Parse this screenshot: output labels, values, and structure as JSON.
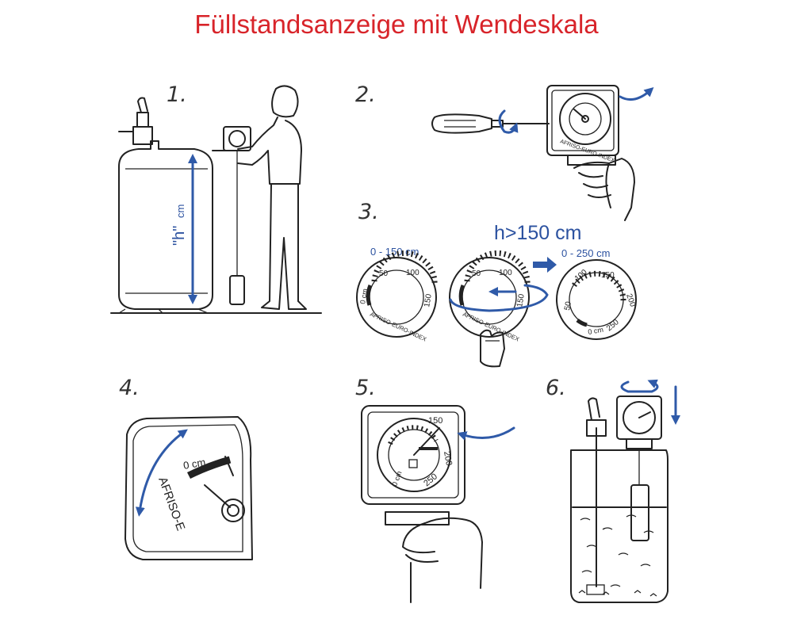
{
  "title": "Füllstandsanzeige mit Wendeskala",
  "steps": {
    "s1": {
      "number": "1.",
      "height_label": "\"h\"",
      "height_unit": "cm"
    },
    "s2": {
      "number": "2.",
      "dial_text": "AFRISO-EURO-INDEX"
    },
    "s3": {
      "number": "3.",
      "condition": "h>150 cm",
      "left_range": "0 - 150 cm",
      "right_range": "0 - 250 cm",
      "brand_text": "AFRISO-EURO-INDEX",
      "ticks_150": [
        "0 cm",
        "50",
        "100",
        "150"
      ],
      "ticks_250": [
        "50",
        "100",
        "150",
        "200",
        "250",
        "0 cm"
      ]
    },
    "s4": {
      "number": "4.",
      "zero_label": "0 cm",
      "brand_text": "AFRISO-E"
    },
    "s5": {
      "number": "5.",
      "ticks": [
        "150",
        "200",
        "250",
        "0 cm"
      ]
    },
    "s6": {
      "number": "6."
    }
  },
  "colors": {
    "title": "#d8242a",
    "arrows": "#2f5aa8",
    "ink": "#222222"
  }
}
